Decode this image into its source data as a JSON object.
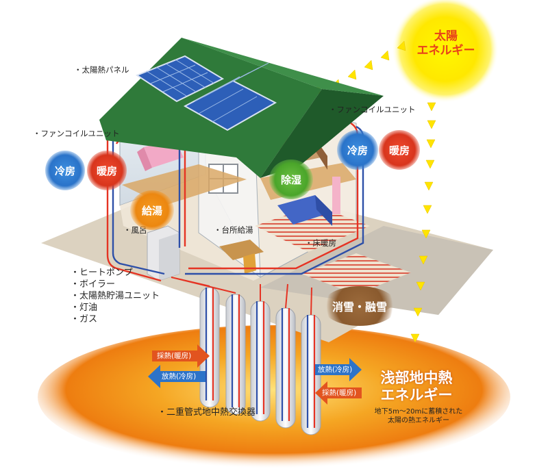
{
  "sun": {
    "label_line1": "太陽",
    "label_line2": "エネルギー"
  },
  "labels": {
    "solar_panel": "・太陽熱パネル",
    "fancoil_left": "・ファンコイルユニット",
    "fancoil_right": "・ファンコイルユニット",
    "bath": "・風呂",
    "kitchen": "・台所給湯",
    "floor_heating": "・床暖房",
    "exchanger": "・二重管式地中熱交換器"
  },
  "heat_sources": [
    "・ヒートポンプ",
    "・ボイラー",
    "・太陽熱貯湯ユニット",
    "・灯油",
    "・ガス"
  ],
  "bubbles": {
    "cooling_left": "冷房",
    "heating_left": "暖房",
    "hot_water": "給湯",
    "dehumidify": "除湿",
    "cooling_right": "冷房",
    "heating_right": "暖房",
    "snow_melt": "消雪・融雪"
  },
  "flows": {
    "collect_heating_left": "採熱(暖房)",
    "release_cooling_left": "放熱(冷房)",
    "release_cooling_right": "放熱(冷房)",
    "collect_heating_right": "採熱(暖房)"
  },
  "geothermal": {
    "title_line1": "浅部地中熱",
    "title_line2": "エネルギー",
    "note_line1": "地下5m～20mに蓄積された",
    "note_line2": "太陽の熱エネルギー"
  },
  "colors": {
    "sun": "#ffe600",
    "roof": "#2f7a3a",
    "ground_glow": "#f08a10",
    "hot_pipe": "#e53323",
    "cold_pipe": "#2d4fa8",
    "cooling": "#2a73c9",
    "heating": "#d8351d"
  }
}
